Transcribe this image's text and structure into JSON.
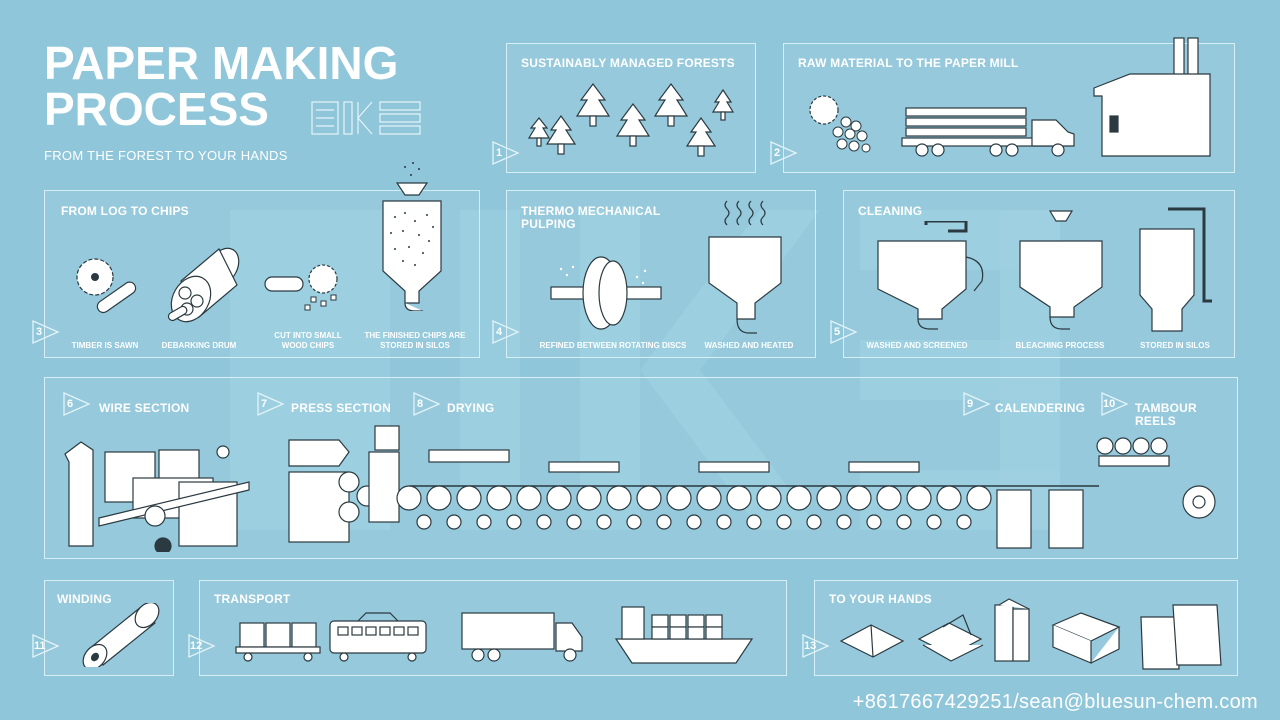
{
  "title_line1": "PAPER MAKING",
  "title_line2": "PROCESS",
  "subtitle": "FROM THE FOREST TO YOUR HANDS",
  "contact": "+8617667429251/sean@bluesun-chem.com",
  "colors": {
    "background": "#8fc6d9",
    "panel_border": "#d6eef6",
    "illustration": "#ffffff",
    "ink": "#2b3a40"
  },
  "steps": [
    {
      "num": "1",
      "title": "SUSTAINABLY MANAGED FORESTS",
      "icons": [
        "tree-icon"
      ]
    },
    {
      "num": "2",
      "title": "RAW MATERIAL TO THE PAPER MILL",
      "icons": [
        "saw-blade-icon",
        "log-truck-icon",
        "mill-building-icon"
      ]
    },
    {
      "num": "3",
      "title": "FROM LOG TO CHIPS",
      "captions": [
        "TIMBER IS SAWN",
        "DEBARKING DRUM",
        "CUT INTO SMALL WOOD CHIPS",
        "THE FINISHED CHIPS ARE STORED IN SILOS"
      ]
    },
    {
      "num": "4",
      "title": "THERMO MECHANICAL PULPING",
      "captions": [
        "REFINED BETWEEN ROTATING DISCS",
        "WASHED AND HEATED"
      ]
    },
    {
      "num": "5",
      "title": "CLEANING",
      "captions": [
        "WASHED AND SCREENED",
        "BLEACHING PROCESS",
        "STORED IN SILOS"
      ]
    },
    {
      "num": "6",
      "title": "WIRE SECTION"
    },
    {
      "num": "7",
      "title": "PRESS SECTION"
    },
    {
      "num": "8",
      "title": "DRYING"
    },
    {
      "num": "9",
      "title": "CALENDERING"
    },
    {
      "num": "10",
      "title": "TAMBOUR REELS"
    },
    {
      "num": "11",
      "title": "WINDING"
    },
    {
      "num": "12",
      "title": "TRANSPORT"
    },
    {
      "num": "13",
      "title": "TO YOUR HANDS"
    }
  ]
}
